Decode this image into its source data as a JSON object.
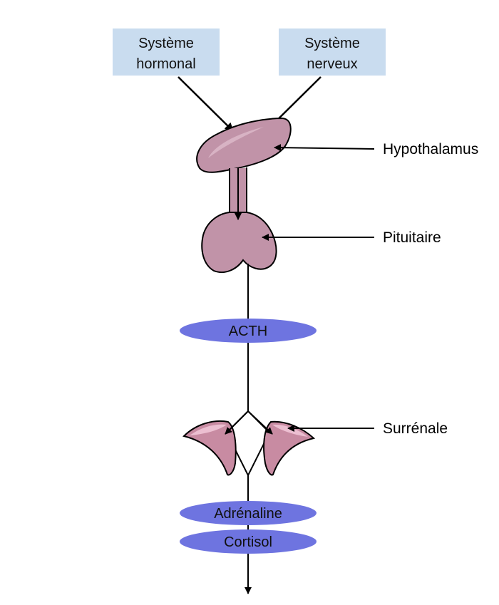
{
  "colors": {
    "box_fill": "#c9dcef",
    "gland_fill": "#c193a8",
    "gland_highlight": "#d8b3c4",
    "adrenal_fill": "#c88ba2",
    "adrenal_highlight": "#ecbfd1",
    "pill_fill": "#6e74e0",
    "line": "#000000"
  },
  "sources": {
    "hormonal": [
      "Système",
      "hormonal"
    ],
    "nerveux": [
      "Système",
      "nerveux"
    ]
  },
  "labels": {
    "hypothalamus": "Hypothalamus",
    "pituitaire": "Pituitaire",
    "surrenale": "Surrénale"
  },
  "hormones": {
    "acth": "ACTH",
    "adrenaline": "Adrénaline",
    "cortisol": "Cortisol"
  }
}
